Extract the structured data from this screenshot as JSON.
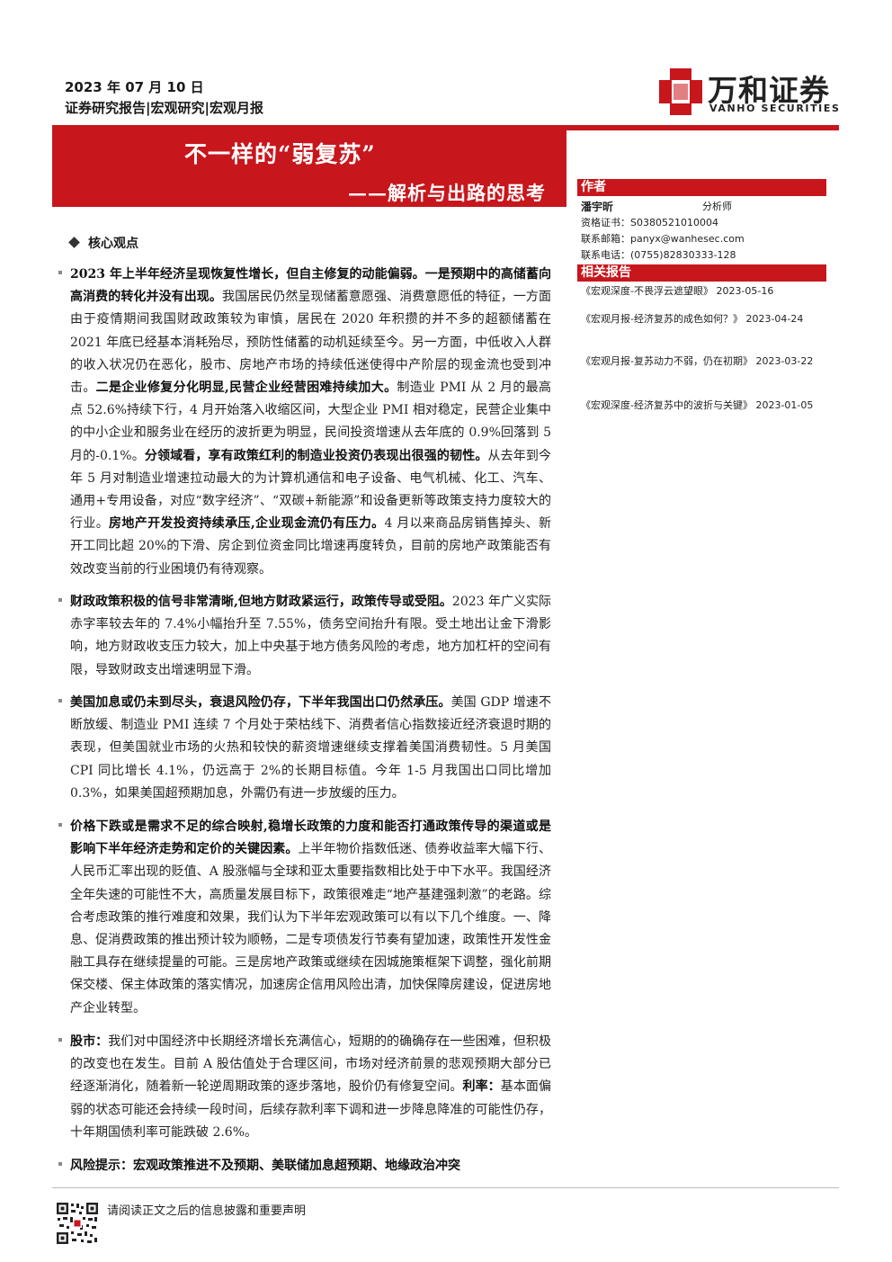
{
  "header": {
    "date": "2023 年 07 月 10 日",
    "category": "证券研究报告|宏观研究|宏观月报",
    "logo_cn": "万和证券",
    "logo_en": "VANHO SECURITIES",
    "brand_color": "#c8161d"
  },
  "title": "不一样的“弱复苏”",
  "subtitle": "——解析与出路的思考",
  "sidebar": {
    "author_heading": "作者",
    "author_name": "潘宇昕",
    "author_role": "分析师",
    "cert": "资格证书：S0380521010004",
    "email": "联系邮箱：panyx@wanhesec.com",
    "tel": "联系电话：(0755)82830333-128",
    "related_heading": "相关报告",
    "related": [
      "《宏观深度-不畏浮云遮望眼》 2023-05-16",
      "《宏观月报-经济复苏的成色如何？》 2023-04-24",
      "《宏观月报-复苏动力不弱，仍在初期》 2023-03-22",
      "《宏观深度-经济复苏中的波折与关键》 2023-01-05"
    ]
  },
  "core_heading": "核心观点",
  "paragraphs": [
    {
      "segments": [
        {
          "b": true,
          "t": "2023 年上半年经济呈现恢复性增长，但自主修复的动能偏弱。一是预期中的高储蓄向高消费的转化并没有出现。"
        },
        {
          "b": false,
          "t": "我国居民仍然呈现储蓄意愿强、消费意愿低的特征，一方面由于疫情期间我国财政政策较为审慎，居民在 2020 年积攒的并不多的超额储蓄在 2021 年底已经基本消耗殆尽，预防性储蓄的动机延续至今。另一方面，中低收入人群的收入状况仍在恶化，股市、房地产市场的持续低迷使得中产阶层的现金流也受到冲击。"
        },
        {
          "b": true,
          "t": "二是企业修复分化明显,民营企业经营困难持续加大。"
        },
        {
          "b": false,
          "t": "制造业 PMI 从 2 月的最高点 52.6%持续下行，4 月开始落入收缩区间，大型企业 PMI 相对稳定，民营企业集中的中小企业和服务业在经历的波折更为明显，民间投资增速从去年底的 0.9%回落到 5 月的-0.1%。"
        },
        {
          "b": true,
          "t": "分领域看，享有政策红利的制造业投资仍表现出很强的韧性。"
        },
        {
          "b": false,
          "t": "从去年到今年 5 月对制造业增速拉动最大的为计算机通信和电子设备、电气机械、化工、汽车、通用+专用设备，对应“数字经济”、“双碳+新能源”和设备更新等政策支持力度较大的行业。"
        },
        {
          "b": true,
          "t": "房地产开发投资持续承压,企业现金流仍有压力。"
        },
        {
          "b": false,
          "t": "4 月以来商品房销售掉头、新开工同比超 20%的下滑、房企到位资金同比增速再度转负，目前的房地产政策能否有效改变当前的行业困境仍有待观察。"
        }
      ]
    },
    {
      "segments": [
        {
          "b": true,
          "t": "财政政策积极的信号非常清晰,但地方财政紧运行，政策传导或受阻。"
        },
        {
          "b": false,
          "t": "2023 年广义实际赤字率较去年的 7.4%小幅抬升至 7.55%，债务空间抬升有限。受土地出让金下滑影响，地方财政收支压力较大，加上中央基于地方债务风险的考虑，地方加杠杆的空间有限，导致财政支出增速明显下滑。"
        }
      ]
    },
    {
      "segments": [
        {
          "b": true,
          "t": "美国加息或仍未到尽头，衰退风险仍存，下半年我国出口仍然承压。"
        },
        {
          "b": false,
          "t": "美国 GDP 增速不断放缓、制造业 PMI 连续 7 个月处于荣枯线下、消费者信心指数接近经济衰退时期的表现，但美国就业市场的火热和较快的薪资增速继续支撑着美国消费韧性。5 月美国 CPI 同比增长 4.1%，仍远高于 2%的长期目标值。今年 1-5 月我国出口同比增加 0.3%，如果美国超预期加息，外需仍有进一步放缓的压力。"
        }
      ]
    },
    {
      "segments": [
        {
          "b": true,
          "t": "价格下跌或是需求不足的综合映射,稳增长政策的力度和能否打通政策传导的渠道或是影响下半年经济走势和定价的关键因素。"
        },
        {
          "b": false,
          "t": "上半年物价指数低迷、债券收益率大幅下行、人民币汇率出现的贬值、A 股涨幅与全球和亚太重要指数相比处于中下水平。我国经济全年失速的可能性不大，高质量发展目标下，政策很难走“地产基建强刺激”的老路。综合考虑政策的推行难度和效果，我们认为下半年宏观政策可以有以下几个维度。一、降息、促消费政策的推出预计较为顺畅，二是专项债发行节奏有望加速，政策性开发性金融工具存在继续提量的可能。三是房地产政策或继续在因城施策框架下调整，强化前期保交楼、保主体政策的落实情况，加速房企信用风险出清，加快保障房建设，促进房地产企业转型。"
        }
      ]
    },
    {
      "segments": [
        {
          "b": true,
          "t": "股市："
        },
        {
          "b": false,
          "t": "我们对中国经济中长期经济增长充满信心，短期的的确确存在一些困难，但积极的改变也在发生。目前 A 股估值处于合理区间，市场对经济前景的悲观预期大部分已经逐渐消化，随着新一轮逆周期政策的逐步落地，股价仍有修复空间。"
        },
        {
          "b": true,
          "t": "利率："
        },
        {
          "b": false,
          "t": "基本面偏弱的状态可能还会持续一段时间，后续存款利率下调和进一步降息降准的可能性仍存，十年期国债利率可能跌破 2.6%。"
        }
      ]
    },
    {
      "segments": [
        {
          "b": true,
          "t": "风险提示：宏观政策推进不及预期、美联储加息超预期、地缘政治冲突"
        }
      ]
    }
  ],
  "footer": {
    "disclaimer": "请阅读正文之后的信息披露和重要声明"
  }
}
